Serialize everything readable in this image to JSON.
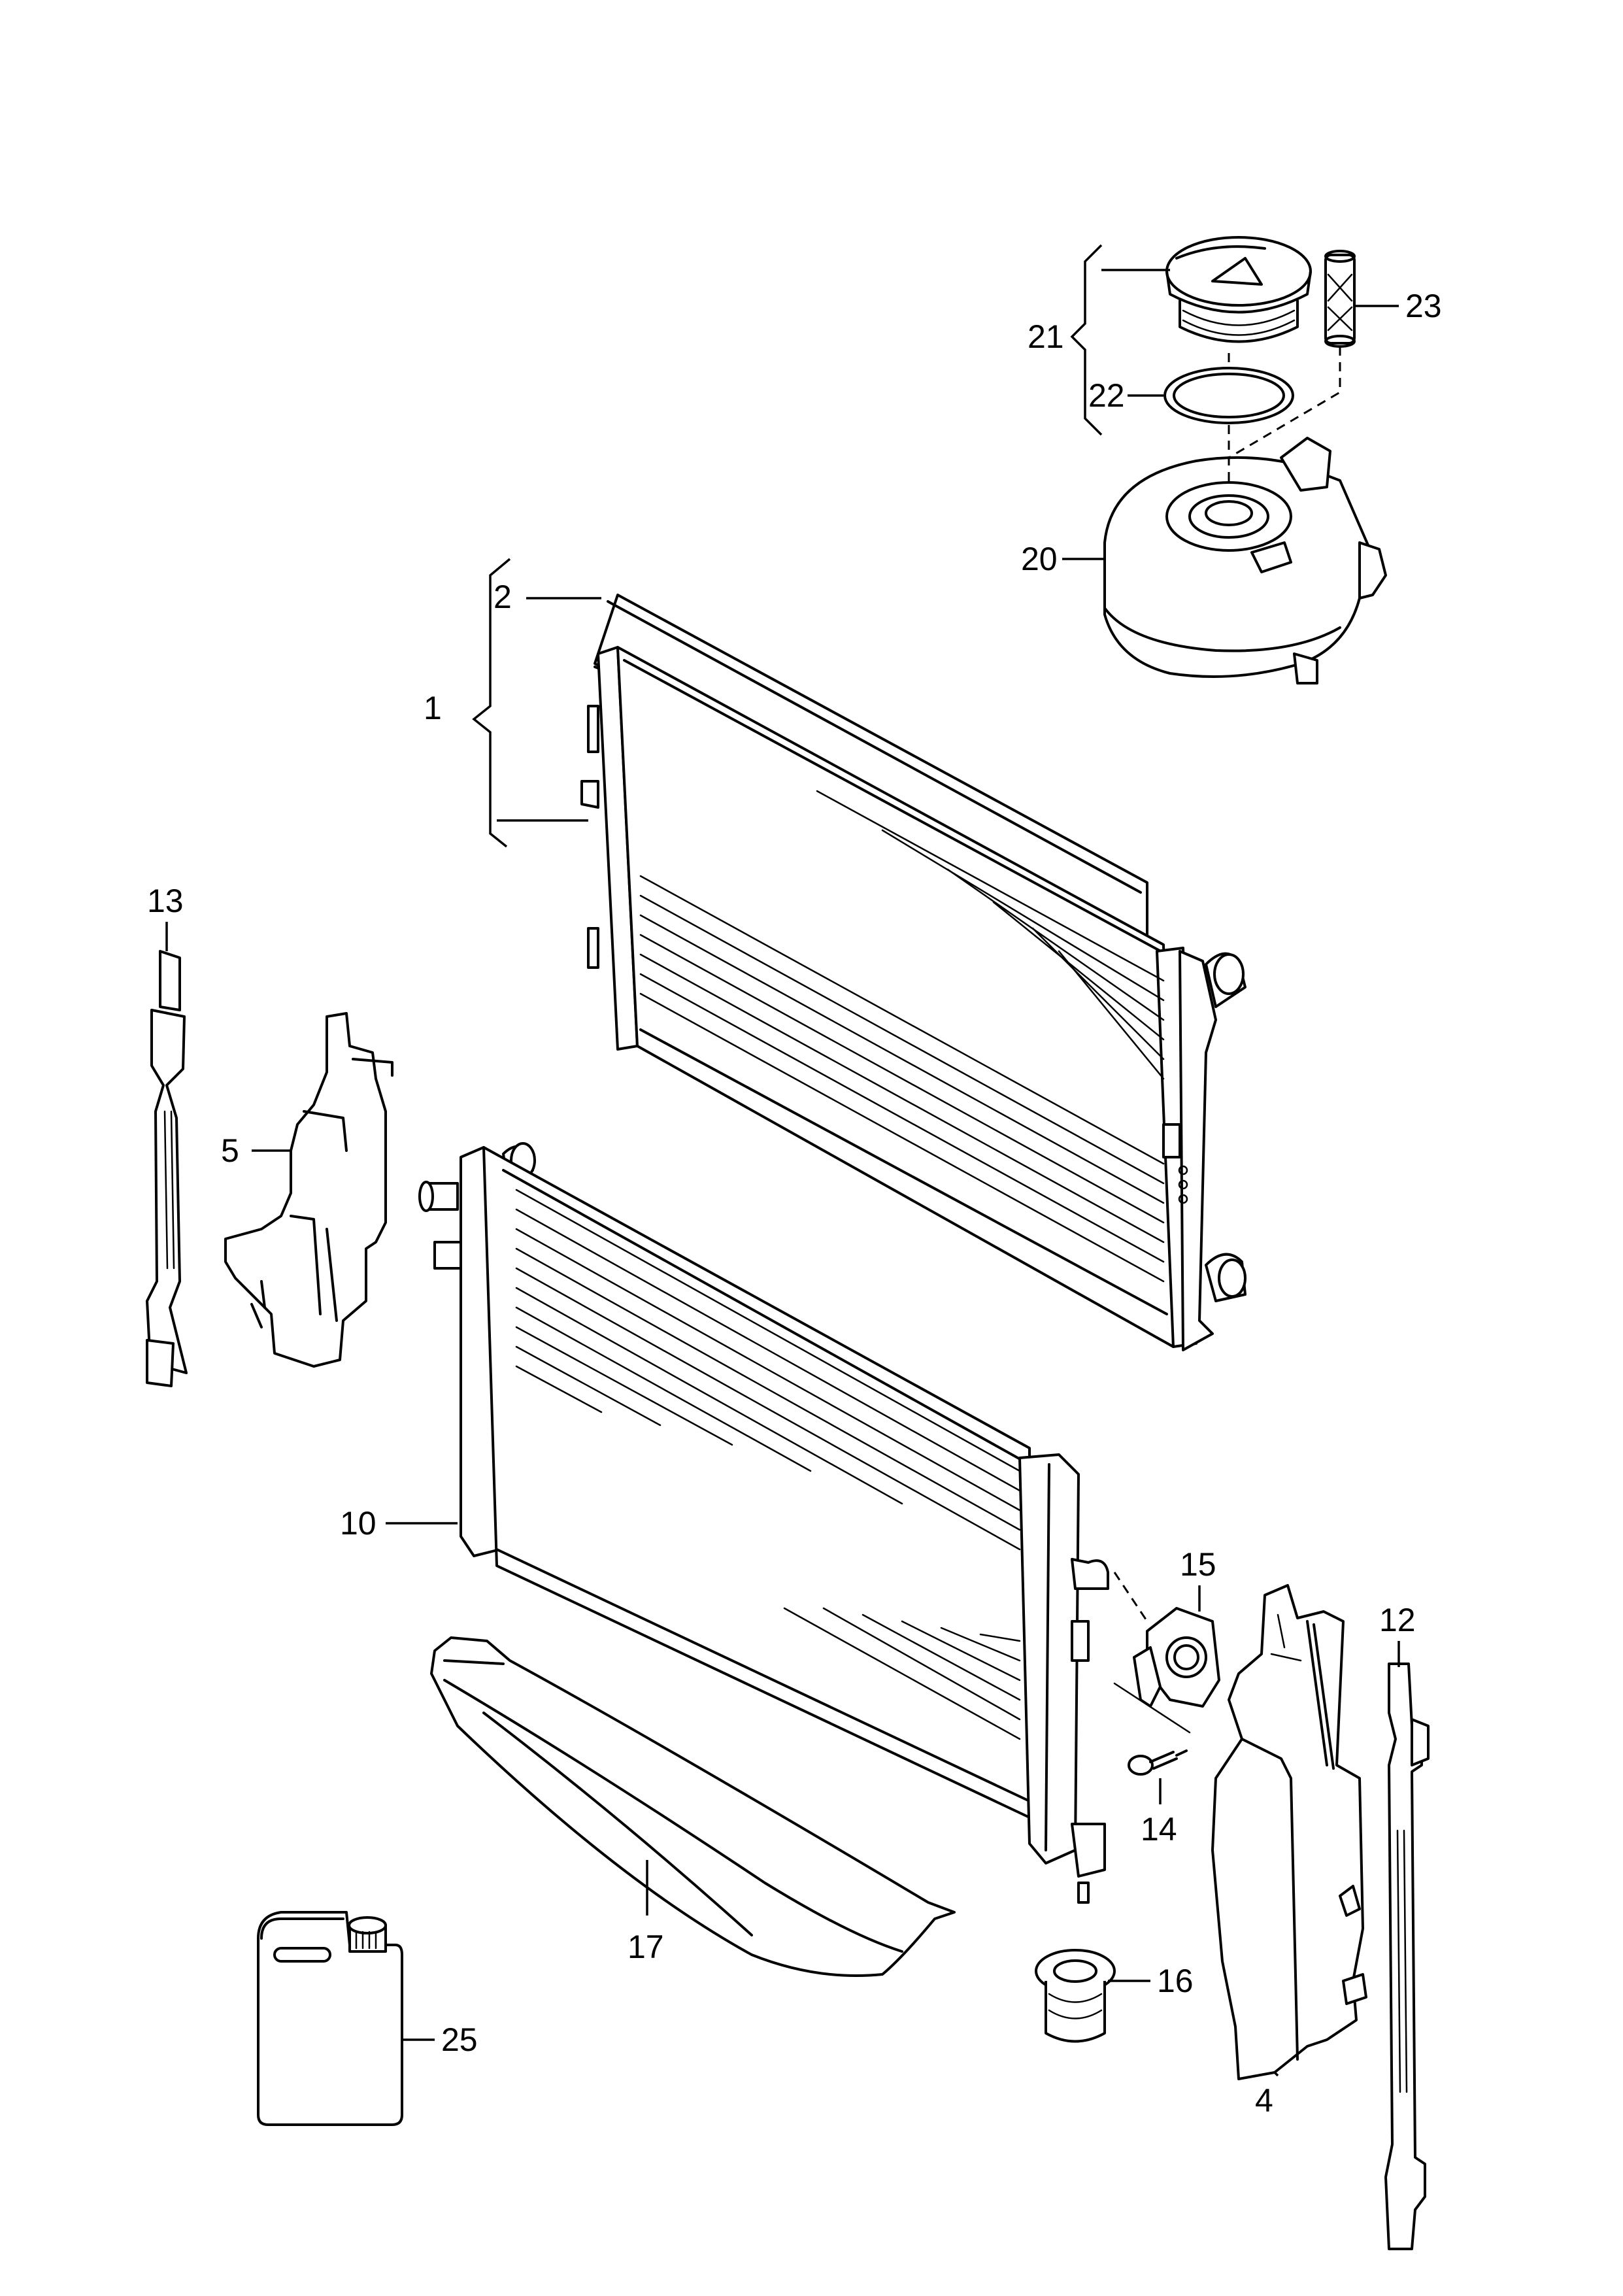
{
  "callouts": [
    {
      "id": "c1",
      "text": "1"
    },
    {
      "id": "c2",
      "text": "2"
    },
    {
      "id": "c4",
      "text": "4"
    },
    {
      "id": "c5",
      "text": "5"
    },
    {
      "id": "c10",
      "text": "10"
    },
    {
      "id": "c12",
      "text": "12"
    },
    {
      "id": "c13",
      "text": "13"
    },
    {
      "id": "c14",
      "text": "14"
    },
    {
      "id": "c15",
      "text": "15"
    },
    {
      "id": "c16",
      "text": "16"
    },
    {
      "id": "c17",
      "text": "17"
    },
    {
      "id": "c20",
      "text": "20"
    },
    {
      "id": "c21",
      "text": "21"
    },
    {
      "id": "c22",
      "text": "22"
    },
    {
      "id": "c23",
      "text": "23"
    },
    {
      "id": "c25",
      "text": "25"
    }
  ]
}
